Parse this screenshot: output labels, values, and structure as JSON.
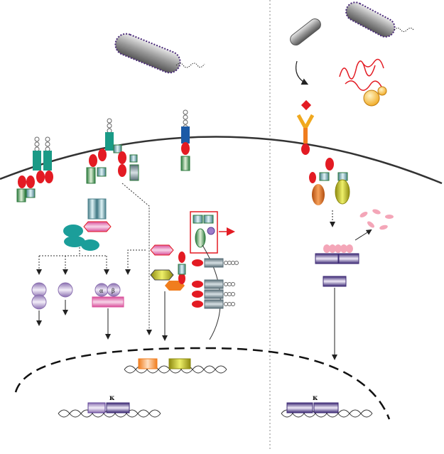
{
  "labels": {
    "nucleus_left_kappa": "κ",
    "nucleus_right_kappa": "κ",
    "subunit_alpha": "α",
    "subunit_beta": "β"
  },
  "colors": {
    "membrane": "#333333",
    "receptor_teal": "#1a9a86",
    "receptor_blue": "#1c5aa6",
    "adaptor_red": "#e31b23",
    "adaptor_green": "#2d7a3e",
    "kinase_teal": "#1b9e9a",
    "purple_dimer": "#5b3f96",
    "orange_hexagon": "#f07d1e",
    "yellow_green": "#b8b524",
    "pink_fragments": "#f4a6b8"
  },
  "icons": [
    "bacterium-icon",
    "rod-bacterium-icon",
    "yeast-icon",
    "nucleic-acid-icon",
    "dna-helix-icon"
  ]
}
